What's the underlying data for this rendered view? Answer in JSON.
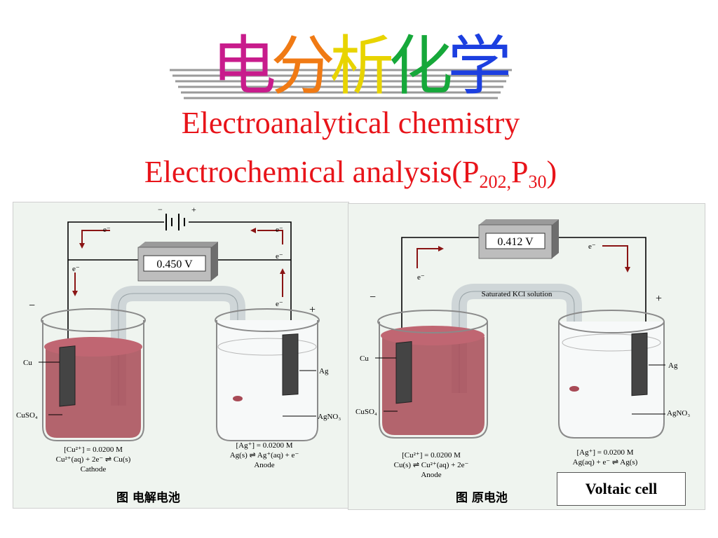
{
  "title": {
    "chinese_chars": [
      "电",
      "分",
      "析",
      "化",
      "学"
    ],
    "colors": [
      "#c81c8c",
      "#f07a14",
      "#e8d400",
      "#16a83a",
      "#1c3fe0"
    ],
    "subtitle_line1": "Electroanalytical chemistry",
    "subtitle_line2_main": "Electrochemical analysis(P",
    "subtitle_line2_sub1": "202,",
    "subtitle_line2_mid": "P",
    "subtitle_line2_sub2": "30",
    "subtitle_line2_end": ")"
  },
  "left_diagram": {
    "meter_reading": "0.450 V",
    "battery_minus": "−",
    "battery_plus": "+",
    "electron_labels": [
      "e⁻",
      "e⁻",
      "e⁻",
      "e⁻",
      "e⁻"
    ],
    "minus_sign": "−",
    "plus_sign": "+",
    "label_cu": "Cu",
    "label_cuso4": "CuSO₄",
    "label_ag": "Ag",
    "label_agno3": "AgNO₃",
    "cathode_conc": "[Cu²⁺] = 0.0200 M",
    "cathode_reaction": "Cu²⁺(aq) + 2e⁻ ⇌ Cu(s)",
    "cathode_name": "Cathode",
    "anode_conc": "[Ag⁺] = 0.0200 M",
    "anode_reaction": "Ag(s) ⇌ Ag⁺(aq) + e⁻",
    "anode_name": "Anode",
    "caption": "图    电解电池"
  },
  "right_diagram": {
    "meter_reading": "0.412 V",
    "electron_labels": [
      "e⁻",
      "e⁻"
    ],
    "minus_sign": "−",
    "plus_sign": "+",
    "salt_bridge_label": "Saturated KCl solution",
    "label_cu": "Cu",
    "label_cuso4": "CuSO₄",
    "label_ag": "Ag",
    "label_agno3": "AgNO₃",
    "anode_conc": "[Cu²⁺] = 0.0200 M",
    "anode_reaction": "Cu(s) ⇌ Cu²⁺(aq) + 2e⁻",
    "anode_name": "Anode",
    "cathode_conc": "[Ag⁺] = 0.0200 M",
    "cathode_reaction": "Ag(aq) + e⁻ ⇌ Ag(s)",
    "caption": "图    原电池",
    "voltaic_label": "Voltaic cell"
  }
}
